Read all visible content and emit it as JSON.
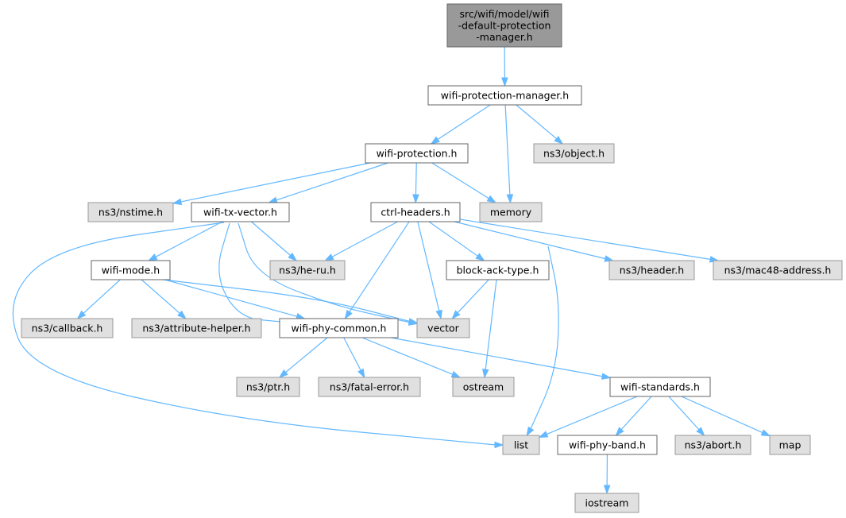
{
  "title": "",
  "nodes": {
    "root": {
      "label": [
        "src/wifi/model/wifi",
        "-default-protection",
        "-manager.h"
      ],
      "kind": "root"
    },
    "wpm": {
      "label": [
        "wifi-protection-manager.h"
      ],
      "kind": "local"
    },
    "wp": {
      "label": [
        "wifi-protection.h"
      ],
      "kind": "local"
    },
    "obj": {
      "label": [
        "ns3/object.h"
      ],
      "kind": "ext"
    },
    "nstime": {
      "label": [
        "ns3/nstime.h"
      ],
      "kind": "ext"
    },
    "txv": {
      "label": [
        "wifi-tx-vector.h"
      ],
      "kind": "local"
    },
    "ctrl": {
      "label": [
        "ctrl-headers.h"
      ],
      "kind": "local"
    },
    "mem": {
      "label": [
        "memory"
      ],
      "kind": "ext"
    },
    "mode": {
      "label": [
        "wifi-mode.h"
      ],
      "kind": "local"
    },
    "heru": {
      "label": [
        "ns3/he-ru.h"
      ],
      "kind": "ext"
    },
    "bat": {
      "label": [
        "block-ack-type.h"
      ],
      "kind": "local"
    },
    "hdr": {
      "label": [
        "ns3/header.h"
      ],
      "kind": "ext"
    },
    "mac48": {
      "label": [
        "ns3/mac48-address.h"
      ],
      "kind": "ext"
    },
    "cb": {
      "label": [
        "ns3/callback.h"
      ],
      "kind": "ext"
    },
    "attr": {
      "label": [
        "ns3/attribute-helper.h"
      ],
      "kind": "ext"
    },
    "phyc": {
      "label": [
        "wifi-phy-common.h"
      ],
      "kind": "local"
    },
    "vec": {
      "label": [
        "vector"
      ],
      "kind": "ext"
    },
    "ptr": {
      "label": [
        "ns3/ptr.h"
      ],
      "kind": "ext"
    },
    "fatal": {
      "label": [
        "ns3/fatal-error.h"
      ],
      "kind": "ext"
    },
    "ostream": {
      "label": [
        "ostream"
      ],
      "kind": "ext"
    },
    "std": {
      "label": [
        "wifi-standards.h"
      ],
      "kind": "local"
    },
    "list": {
      "label": [
        "list"
      ],
      "kind": "ext"
    },
    "band": {
      "label": [
        "wifi-phy-band.h"
      ],
      "kind": "local"
    },
    "abort": {
      "label": [
        "ns3/abort.h"
      ],
      "kind": "ext"
    },
    "map": {
      "label": [
        "map"
      ],
      "kind": "ext"
    },
    "iostream": {
      "label": [
        "iostream"
      ],
      "kind": "ext"
    }
  },
  "edges": [
    [
      "root",
      "wpm"
    ],
    [
      "wpm",
      "wp"
    ],
    [
      "wpm",
      "mem"
    ],
    [
      "wpm",
      "obj"
    ],
    [
      "wp",
      "nstime"
    ],
    [
      "wp",
      "txv"
    ],
    [
      "wp",
      "ctrl"
    ],
    [
      "wp",
      "mem"
    ],
    [
      "txv",
      "mode"
    ],
    [
      "txv",
      "heru"
    ],
    [
      "txv",
      "phyc"
    ],
    [
      "txv",
      "vec"
    ],
    [
      "txv",
      "list"
    ],
    [
      "ctrl",
      "heru"
    ],
    [
      "ctrl",
      "bat"
    ],
    [
      "ctrl",
      "hdr"
    ],
    [
      "ctrl",
      "mac48"
    ],
    [
      "ctrl",
      "phyc"
    ],
    [
      "ctrl",
      "vec"
    ],
    [
      "ctrl",
      "list"
    ],
    [
      "mode",
      "cb"
    ],
    [
      "mode",
      "attr"
    ],
    [
      "mode",
      "phyc"
    ],
    [
      "mode",
      "vec"
    ],
    [
      "bat",
      "vec"
    ],
    [
      "bat",
      "ostream"
    ],
    [
      "phyc",
      "ptr"
    ],
    [
      "phyc",
      "fatal"
    ],
    [
      "phyc",
      "ostream"
    ],
    [
      "phyc",
      "std"
    ],
    [
      "std",
      "list"
    ],
    [
      "std",
      "band"
    ],
    [
      "std",
      "abort"
    ],
    [
      "std",
      "map"
    ],
    [
      "band",
      "iostream"
    ]
  ]
}
